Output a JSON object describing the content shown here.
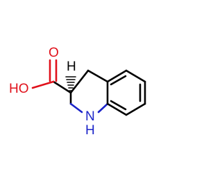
{
  "molecule": {
    "atoms": {
      "hydroxyl": "HO",
      "carbonyl_oxygen": "O",
      "stereo_hydrogen": "H",
      "ring_nitrogen": "N",
      "amine_hydrogen": "H"
    },
    "colors": {
      "bond": "#000000",
      "oxygen": "#e0101a",
      "nitrogen": "#1a23c8",
      "background": "#ffffff"
    }
  }
}
